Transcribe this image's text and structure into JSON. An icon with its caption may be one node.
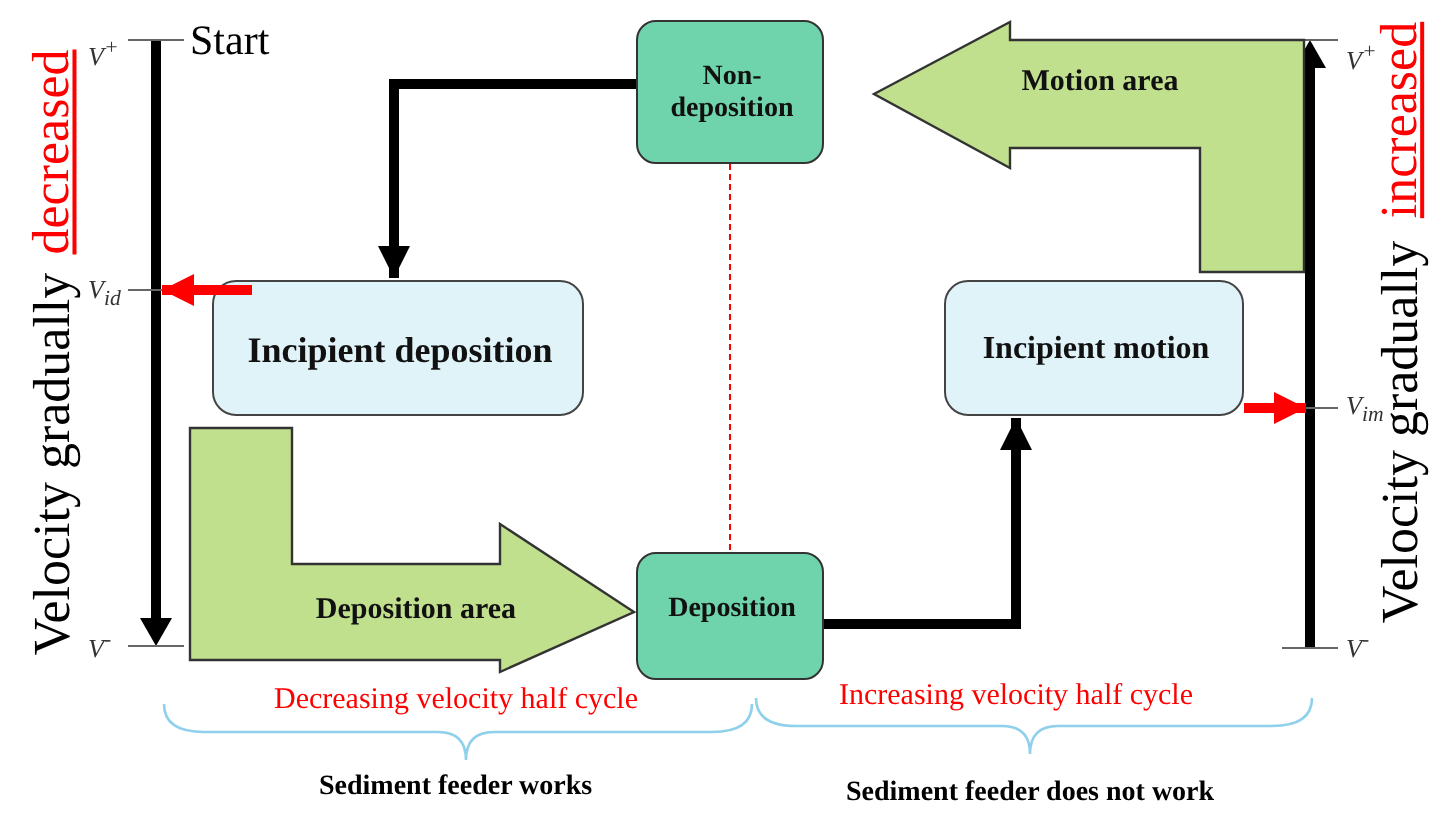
{
  "diagram": {
    "nodes": [
      {
        "text": [
          "Non-deposition"
        ]
      },
      {
        "text": [
          "Incipient deposition"
        ]
      },
      {
        "text": [
          "Deposition"
        ]
      },
      {
        "text": [
          "Incipient motion"
        ]
      },
      {
        "text": [
          "Deposition area"
        ]
      },
      {
        "text": [
          "Motion area"
        ]
      }
    ],
    "edges": [
      {
        "from": 0,
        "to": 1,
        "arrow": "to",
        "color": "#000000"
      },
      {
        "from": 2,
        "to": 3,
        "arrow": "to",
        "color": "#000000"
      },
      {
        "from": 1,
        "to": null,
        "arrow": "to",
        "color": "#ff0000"
      },
      {
        "from": 3,
        "to": null,
        "arrow": "to",
        "color": "#ff0000"
      },
      {
        "from": 0,
        "to": 2,
        "arrow": "none",
        "style": "dashed",
        "color": "#ff0000"
      }
    ],
    "labels": [
      "Start",
      "V$^{+}$",
      "V$_{id}$",
      "V$^{-}$",
      "Velocity gradually",
      "decreased",
      "V$^{+}$",
      "V$_{im}$",
      "V$^{-}$",
      "Velocity gradually",
      "increased",
      "Decreasing velocity half cycle",
      "Increasing velocity half cycle",
      "Sediment feeder works",
      "Sediment feeder does not work"
    ]
  }
}
